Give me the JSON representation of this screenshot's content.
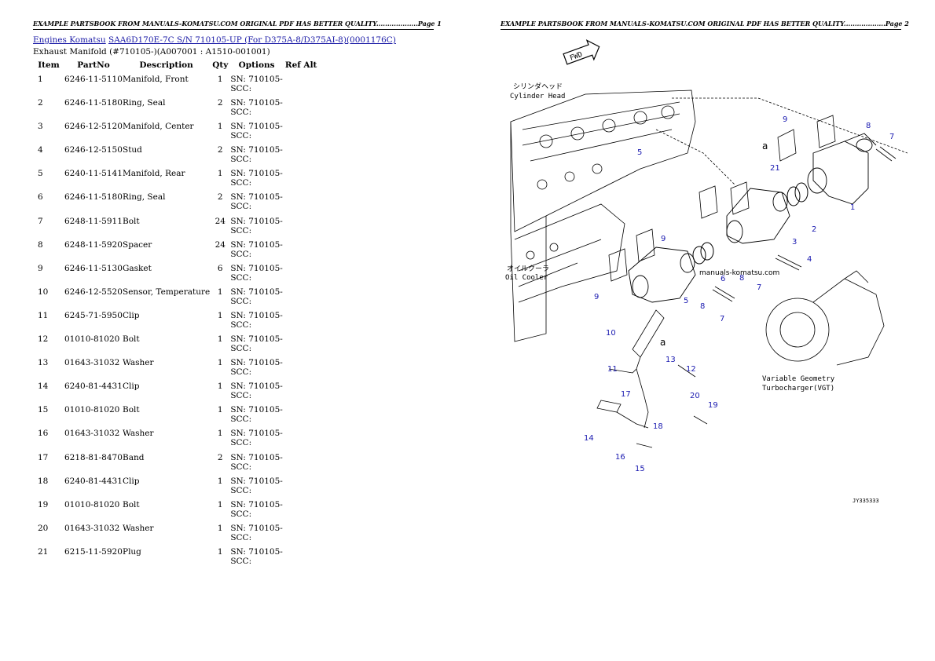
{
  "header": {
    "left": "EXAMPLE PARTSBOOK FROM MANUALS-KOMATSU.COM ORIGINAL PDF HAS BETTER QUALITY...................Page 1",
    "right": "EXAMPLE PARTSBOOK FROM MANUALS-KOMATSU.COM ORIGINAL PDF HAS BETTER QUALITY...................Page 2"
  },
  "breadcrumb": {
    "link1": "Engines Komatsu",
    "link2": "SAA6D170E-7C S/N 710105-UP (For D375A-8/D375AI-8)(0001176C)"
  },
  "subtitle": "Exhaust Manifold (#710105-)(A007001 : A1510-001001)",
  "table": {
    "columns": [
      "Item",
      "PartNo",
      "Description",
      "Qty",
      "Options",
      "Ref Alt"
    ],
    "rows": [
      {
        "item": "1",
        "partno": "6246-11-5110",
        "desc": "Manifold, Front",
        "qty": "1",
        "opt1": "SN: 710105-",
        "opt2": "SCC:",
        "ref": ""
      },
      {
        "item": "2",
        "partno": "6246-11-5180",
        "desc": "Ring, Seal",
        "qty": "2",
        "opt1": "SN: 710105-",
        "opt2": "SCC:",
        "ref": ""
      },
      {
        "item": "3",
        "partno": "6246-12-5120",
        "desc": "Manifold, Center",
        "qty": "1",
        "opt1": "SN: 710105-",
        "opt2": "SCC:",
        "ref": ""
      },
      {
        "item": "4",
        "partno": "6246-12-5150",
        "desc": "Stud",
        "qty": "2",
        "opt1": "SN: 710105-",
        "opt2": "SCC:",
        "ref": ""
      },
      {
        "item": "5",
        "partno": "6240-11-5141",
        "desc": "Manifold, Rear",
        "qty": "1",
        "opt1": "SN: 710105-",
        "opt2": "SCC:",
        "ref": ""
      },
      {
        "item": "6",
        "partno": "6246-11-5180",
        "desc": "Ring, Seal",
        "qty": "2",
        "opt1": "SN: 710105-",
        "opt2": "SCC:",
        "ref": ""
      },
      {
        "item": "7",
        "partno": "6248-11-5911",
        "desc": "Bolt",
        "qty": "24",
        "opt1": "SN: 710105-",
        "opt2": "SCC:",
        "ref": ""
      },
      {
        "item": "8",
        "partno": "6248-11-5920",
        "desc": "Spacer",
        "qty": "24",
        "opt1": "SN: 710105-",
        "opt2": "SCC:",
        "ref": ""
      },
      {
        "item": "9",
        "partno": "6246-11-5130",
        "desc": "Gasket",
        "qty": "6",
        "opt1": "SN: 710105-",
        "opt2": "SCC:",
        "ref": ""
      },
      {
        "item": "10",
        "partno": "6246-12-5520",
        "desc": "Sensor, Temperature",
        "qty": "1",
        "opt1": "SN: 710105-",
        "opt2": "SCC:",
        "ref": ""
      },
      {
        "item": "11",
        "partno": "6245-71-5950",
        "desc": "Clip",
        "qty": "1",
        "opt1": "SN: 710105-",
        "opt2": "SCC:",
        "ref": ""
      },
      {
        "item": "12",
        "partno": "01010-81020",
        "desc": "Bolt",
        "qty": "1",
        "opt1": "SN: 710105-",
        "opt2": "SCC:",
        "ref": ""
      },
      {
        "item": "13",
        "partno": "01643-31032",
        "desc": "Washer",
        "qty": "1",
        "opt1": "SN: 710105-",
        "opt2": "SCC:",
        "ref": ""
      },
      {
        "item": "14",
        "partno": "6240-81-4431",
        "desc": "Clip",
        "qty": "1",
        "opt1": "SN: 710105-",
        "opt2": "SCC:",
        "ref": ""
      },
      {
        "item": "15",
        "partno": "01010-81020",
        "desc": "Bolt",
        "qty": "1",
        "opt1": "SN: 710105-",
        "opt2": "SCC:",
        "ref": ""
      },
      {
        "item": "16",
        "partno": "01643-31032",
        "desc": "Washer",
        "qty": "1",
        "opt1": "SN: 710105-",
        "opt2": "SCC:",
        "ref": ""
      },
      {
        "item": "17",
        "partno": "6218-81-8470",
        "desc": "Band",
        "qty": "2",
        "opt1": "SN: 710105-",
        "opt2": "SCC:",
        "ref": ""
      },
      {
        "item": "18",
        "partno": "6240-81-4431",
        "desc": "Clip",
        "qty": "1",
        "opt1": "SN: 710105-",
        "opt2": "SCC:",
        "ref": ""
      },
      {
        "item": "19",
        "partno": "01010-81020",
        "desc": "Bolt",
        "qty": "1",
        "opt1": "SN: 710105-",
        "opt2": "SCC:",
        "ref": ""
      },
      {
        "item": "20",
        "partno": "01643-31032",
        "desc": "Washer",
        "qty": "1",
        "opt1": "SN: 710105-",
        "opt2": "SCC:",
        "ref": ""
      },
      {
        "item": "21",
        "partno": "6215-11-5920",
        "desc": "Plug",
        "qty": "1",
        "opt1": "SN: 710105-",
        "opt2": "SCC:",
        "ref": ""
      }
    ]
  },
  "diagram": {
    "fwd_label": "FWD",
    "cyl_head_jp": "シリンダヘッド",
    "cyl_head": "Cylinder Head",
    "oil_cooler_jp": "オイルクーラ",
    "oil_cooler": "Oil Cooler",
    "vgt_line1": "Variable Geometry",
    "vgt_line2": "Turbocharger(VGT)",
    "watermark": "manuals-komatsu.com",
    "ref_a": "a",
    "figure_code": "JY335333",
    "callout_color": "#1a1ab0",
    "callouts": [
      "1",
      "2",
      "3",
      "4",
      "5",
      "6",
      "7",
      "8",
      "9",
      "10",
      "11",
      "12",
      "13",
      "14",
      "15",
      "16",
      "17",
      "18",
      "19",
      "20",
      "21"
    ]
  }
}
